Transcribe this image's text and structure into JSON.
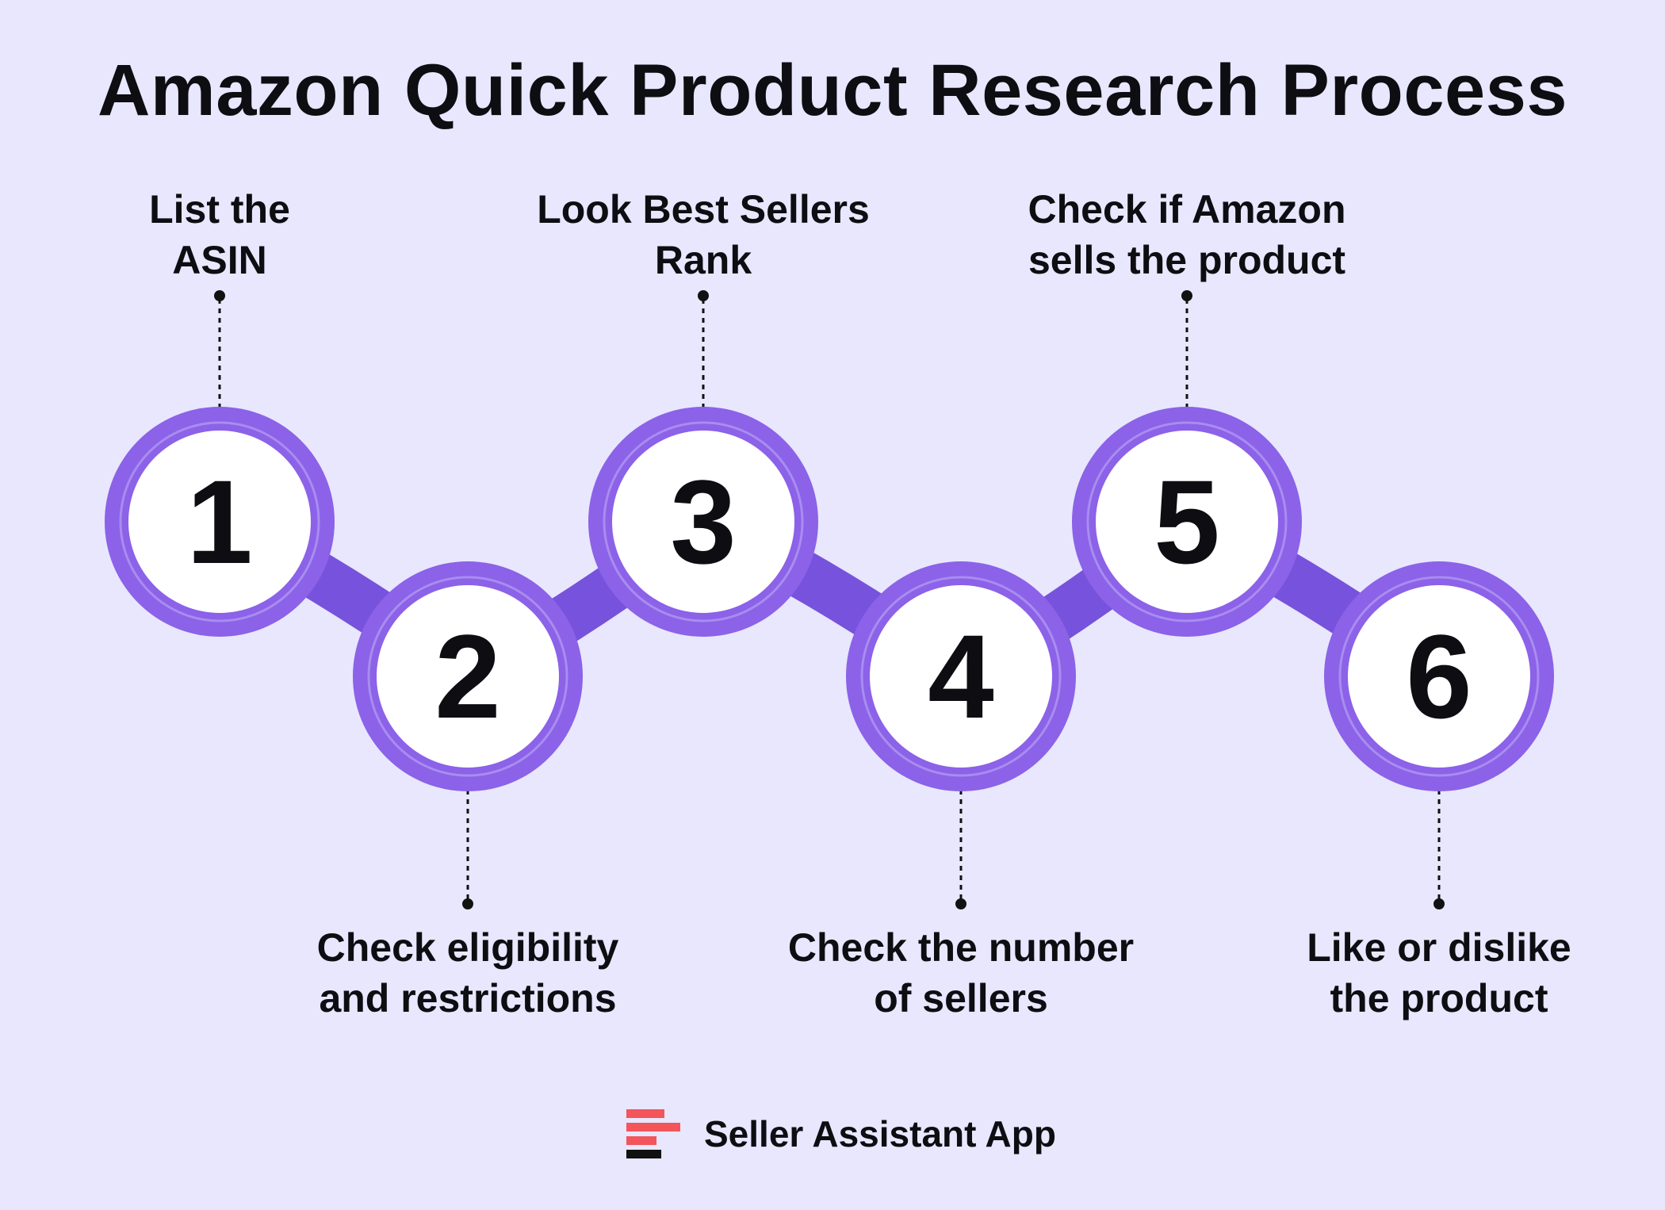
{
  "title": "Amazon Quick Product Research Process",
  "colors": {
    "background": "#e8e7fd",
    "accent": "#8b62e8",
    "accent_dark": "#7752dc",
    "circle_fill": "#ffffff",
    "text": "#0d0d12",
    "logo_red": "#f2555a",
    "logo_dark": "#111111"
  },
  "steps": [
    {
      "number": "1",
      "label_lines": [
        "List the",
        "ASIN"
      ],
      "label_position": "top"
    },
    {
      "number": "2",
      "label_lines": [
        "Check eligibility",
        "and restrictions"
      ],
      "label_position": "bottom"
    },
    {
      "number": "3",
      "label_lines": [
        "Look Best Sellers",
        "Rank"
      ],
      "label_position": "top"
    },
    {
      "number": "4",
      "label_lines": [
        "Check the number",
        "of sellers"
      ],
      "label_position": "bottom"
    },
    {
      "number": "5",
      "label_lines": [
        "Check if Amazon",
        "sells the product"
      ],
      "label_position": "top"
    },
    {
      "number": "6",
      "label_lines": [
        "Like or dislike",
        "the product"
      ],
      "label_position": "bottom"
    }
  ],
  "footer": {
    "brand_name": "Seller Assistant App",
    "logo_icon": "stacked-bars-icon"
  }
}
